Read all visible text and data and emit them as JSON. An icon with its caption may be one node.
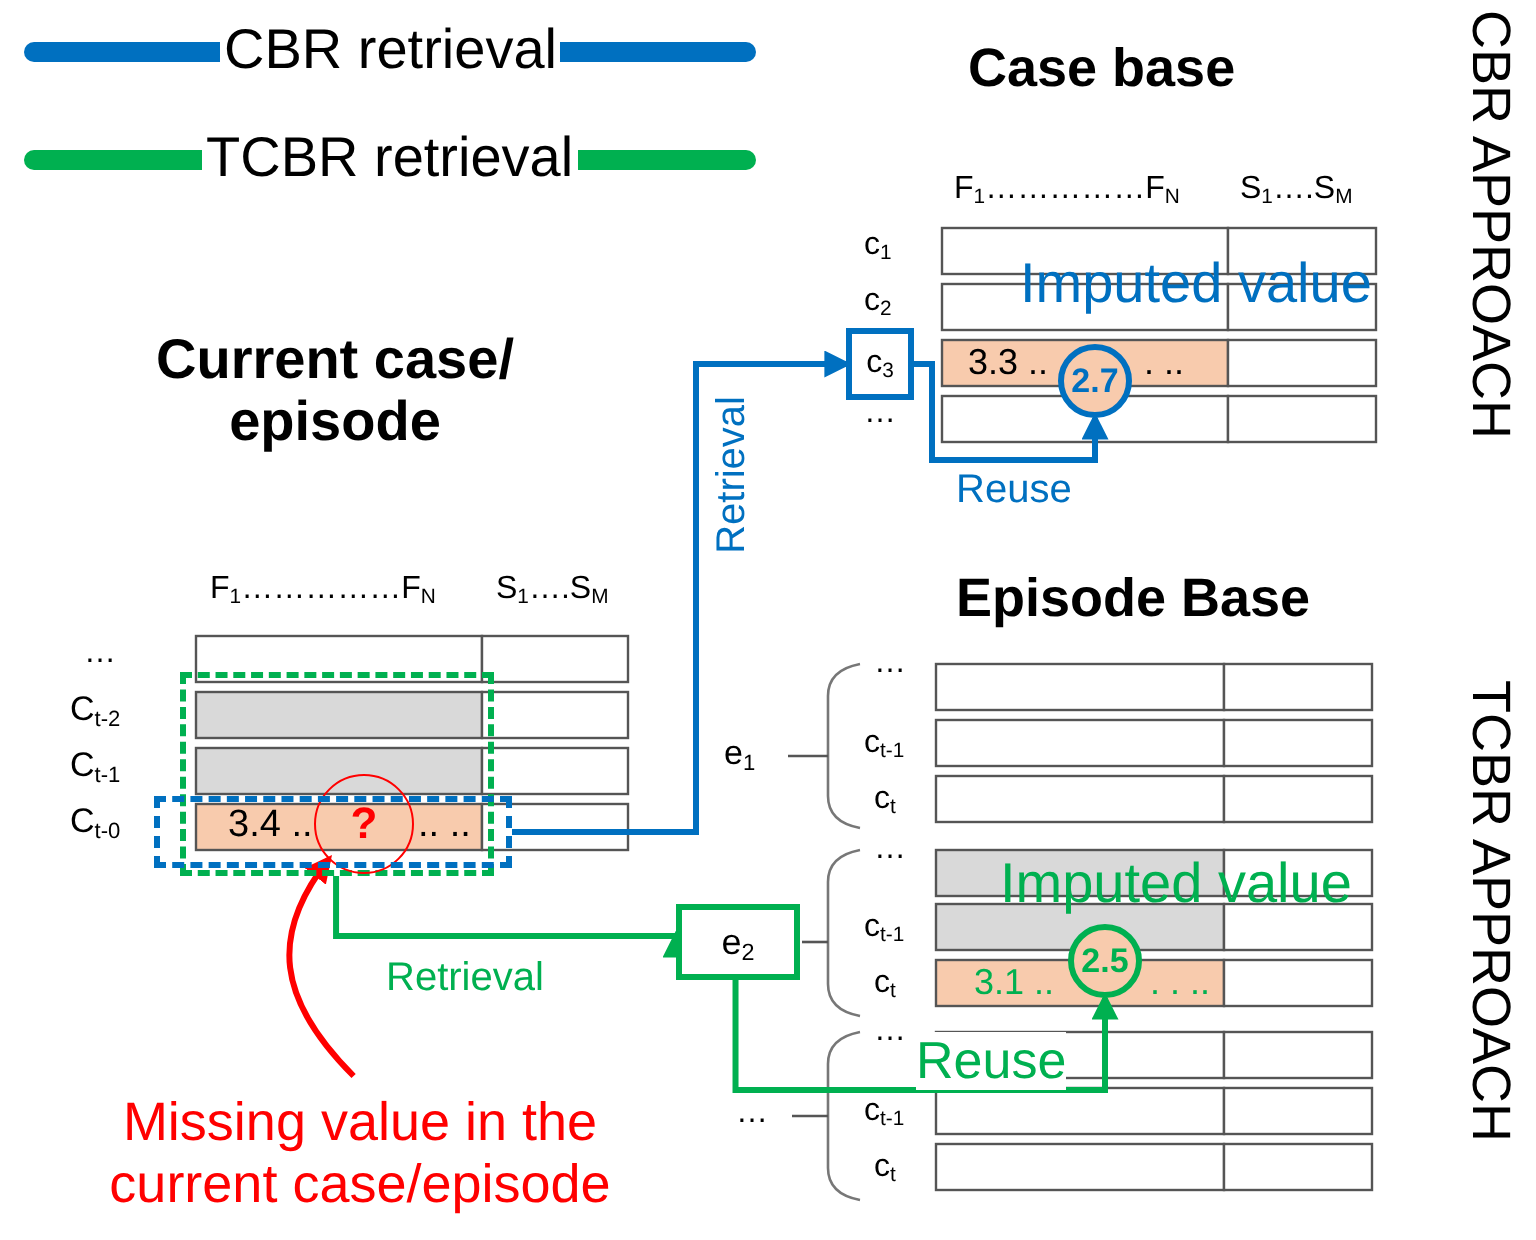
{
  "diagram": {
    "nodes": [
      {
        "text": [],
        "shape": "box"
      },
      {
        "text": [],
        "shape": "box"
      },
      {
        "text": [
          "?"
        ],
        "in": 0
      },
      {
        "text": [
          "Missing value in the current case/episode"
        ]
      },
      {
        "text": [
          "c$_{3}$"
        ]
      },
      {
        "text": [
          "2.7"
        ],
        "beside": [
          "Imputed value"
        ]
      },
      {
        "text": [
          "e$_{2}$"
        ]
      },
      {
        "text": [
          "2.5"
        ],
        "beside": [
          "Imputed value"
        ]
      }
    ],
    "edges": [
      {
        "from": 1,
        "to": 4,
        "arrow": "to",
        "label": "Retrieval",
        "color": "#0070c0"
      },
      {
        "from": 4,
        "to": 5,
        "arrow": "to",
        "label": "Reuse",
        "color": "#0070c0"
      },
      {
        "from": 0,
        "to": 6,
        "arrow": "to",
        "label": "Retrieval",
        "color": "#00b050"
      },
      {
        "from": 6,
        "to": 7,
        "arrow": "to",
        "label": "Reuse",
        "color": "#00b050"
      },
      {
        "from": 3,
        "to": 2,
        "arrow": "to",
        "color": "#ff0000"
      }
    ],
    "labels": [
      "Case base",
      "CBR APPROACH",
      "F$_{1}$……………F$_{N}$",
      "S$_{1}$….S$_{M}$",
      "c$_{1}$",
      "c$_{2}$",
      "…",
      "3.3 ..",
      ". ..",
      "Current case/ episode",
      "F$_{1}$……………F$_{N}$",
      "S$_{1}$….S$_{M}$",
      "…",
      "C$_{t-2}$",
      "C$_{t-1}$",
      "C$_{t-0}$",
      "3.4 ..",
      ".. ..",
      "Episode Base",
      "TCBR APPROACH",
      "e$_{1}$",
      "…",
      "c$_{t-1}$",
      "c$_{t}$",
      "…",
      "c$_{t-1}$",
      "c$_{t}$",
      "3.1 ..",
      ". . ..",
      "…",
      "…",
      "c$_{t-1}$",
      "c$_{t}$"
    ],
    "legend": [
      {
        "text": "CBR retrieval",
        "color": "#0070c0"
      },
      {
        "text": "TCBR retrieval",
        "color": "#00b050"
      }
    ]
  }
}
